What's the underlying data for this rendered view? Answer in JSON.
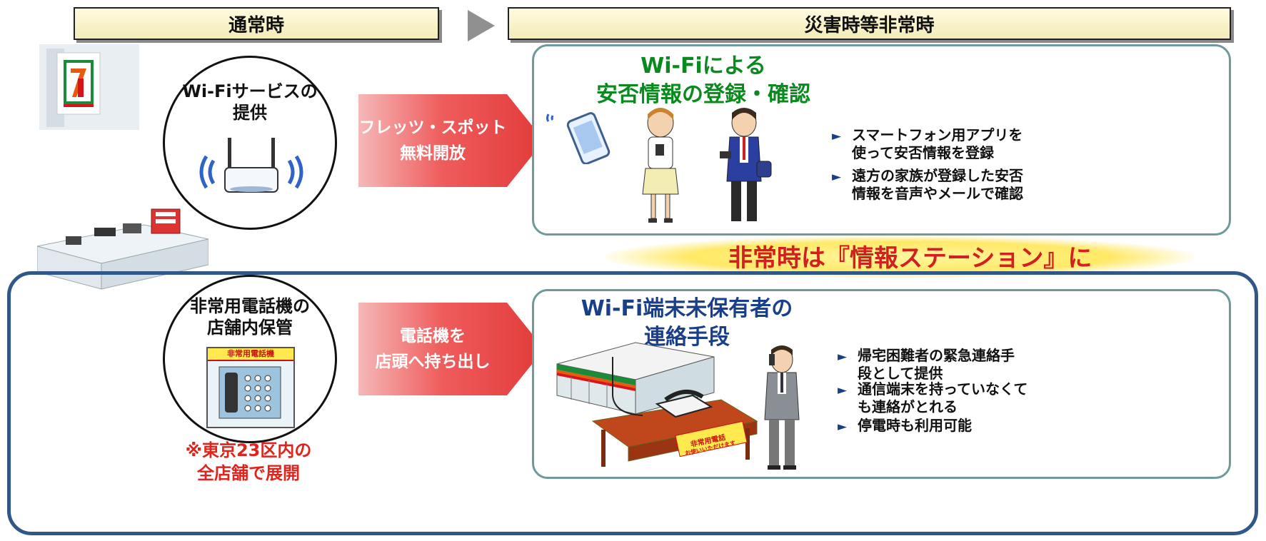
{
  "header": {
    "normal_label": "通常時",
    "emergency_label": "災害時等非常時"
  },
  "top_section": {
    "circle_title_line1": "Wi-Fiサービスの",
    "circle_title_line2": "提供",
    "arrow_line1": "フレッツ・スポット",
    "arrow_line2": "無料開放",
    "panel_title_line1": "Wi-Fiによる",
    "panel_title_line2": "安否情報の登録・確認",
    "bullets": [
      {
        "line1": "スマートフォン用アプリを",
        "line2": "使って安否情報を登録"
      },
      {
        "line1": "遠方の家族が登録した安否",
        "line2": "情報を音声やメールで確認"
      }
    ]
  },
  "banner_text": "非常時は『情報ステーション』に",
  "bottom_section": {
    "circle_title_line1": "非常用電話機の",
    "circle_title_line2": "店舗内保管",
    "phone_box_label": "非常用電話機",
    "arrow_line1": "電話機を",
    "arrow_line2": "店頭へ持ち出し",
    "panel_title_line1": "Wi-Fi端末未保有者の",
    "panel_title_line2": "連絡手段",
    "table_sign_line1": "非常用電話",
    "table_sign_line2": "お使いいただけます",
    "bullets": [
      {
        "line1": "帰宅困難者の緊急連絡手",
        "line2": "段として提供"
      },
      {
        "line1": "通信端末を持っていなくて",
        "line2": "も連絡がとれる"
      },
      {
        "line1": "停電時も利用可能",
        "line2": ""
      }
    ],
    "note_line1": "※東京23区内の",
    "note_line2": "全店舗で展開"
  },
  "colors": {
    "panel_title_green": "#0a8a1e",
    "panel_title_blue": "#1a3f8a",
    "banner_red": "#d21f1f",
    "frame_blue": "#2f5889",
    "arrow_red": "#e23a3a"
  }
}
